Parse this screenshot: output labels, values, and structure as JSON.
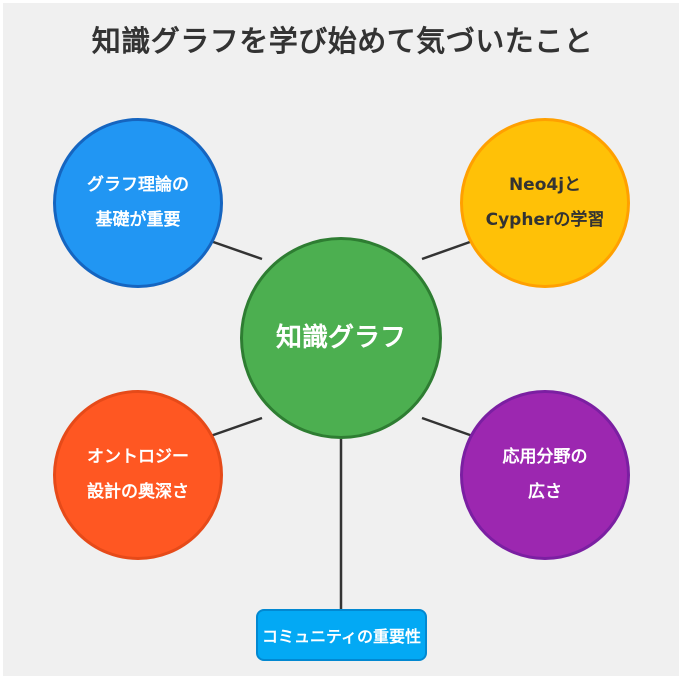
{
  "title": "知識グラフを学び始めて気づいたこと",
  "center": {
    "label": "知識グラフ"
  },
  "nodes": {
    "top_left": {
      "line1": "グラフ理論の",
      "line2": "基礎が重要"
    },
    "top_right": {
      "line1": "Neo4jと",
      "line2": "Cypherの学習"
    },
    "bottom_left": {
      "line1": "オントロジー",
      "line2": "設計の奥深さ"
    },
    "bottom_right": {
      "line1": "応用分野の",
      "line2": "広さ"
    },
    "bottom": {
      "label": "コミュニティの重要性"
    }
  },
  "colors": {
    "background": "#f0f0f0",
    "center_fill": "#4caf50",
    "top_left_fill": "#2196f3",
    "top_right_fill": "#ffc107",
    "bottom_left_fill": "#ff5722",
    "bottom_right_fill": "#9c27b0",
    "bottom_fill": "#03a9f4",
    "connector": "#333333"
  }
}
